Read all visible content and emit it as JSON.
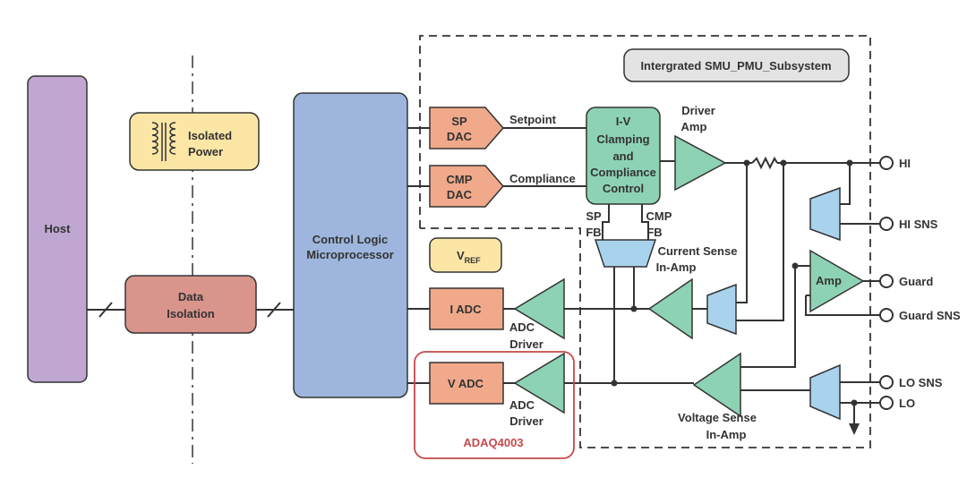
{
  "colors": {
    "host": "#c0a7d1",
    "isolation": "#d9948c",
    "power": "#fbe6a6",
    "controller": "#9eb6dd",
    "dac_adc": "#f0a98a",
    "green": "#8dd2b4",
    "blue": "#a9d3ec",
    "vref": "#fbe6a6",
    "subsystem_tag": "#e3e3e3",
    "highlight": "#c8494a",
    "line": "#333333"
  },
  "blocks": {
    "host": "Host",
    "isolated_power": [
      "Isolated",
      "Power"
    ],
    "data_isolation": [
      "Data",
      "Isolation"
    ],
    "control_logic": [
      "Control Logic",
      "Microprocessor"
    ],
    "sp_dac": [
      "SP",
      "DAC"
    ],
    "cmp_dac": [
      "CMP",
      "DAC"
    ],
    "i_adc": "I ADC",
    "v_adc": "V ADC",
    "vref_main": "V",
    "vref_sub": "REF",
    "clamp": [
      "I-V",
      "Clamping",
      "and",
      "Compliance",
      "Control"
    ],
    "subsystem": "Intergrated SMU_PMU_Subsystem",
    "amp": "Amp"
  },
  "labels": {
    "setpoint": "Setpoint",
    "compliance": "Compliance",
    "driver_amp": [
      "Driver",
      "Amp"
    ],
    "sp_fb": [
      "SP",
      "FB"
    ],
    "cmp_fb": [
      "CMP",
      "FB"
    ],
    "current_sense": [
      "Current Sense",
      "In-Amp"
    ],
    "voltage_sense": [
      "Voltage Sense",
      "In-Amp"
    ],
    "adc_driver_1": [
      "ADC",
      "Driver"
    ],
    "adc_driver_2": [
      "ADC",
      "Driver"
    ],
    "part_number": "ADAQ4003"
  },
  "terminals": {
    "hi": "HI",
    "hi_sns": "HI SNS",
    "guard": "Guard",
    "guard_sns": "Guard SNS",
    "lo_sns": "LO SNS",
    "lo": "LO"
  }
}
